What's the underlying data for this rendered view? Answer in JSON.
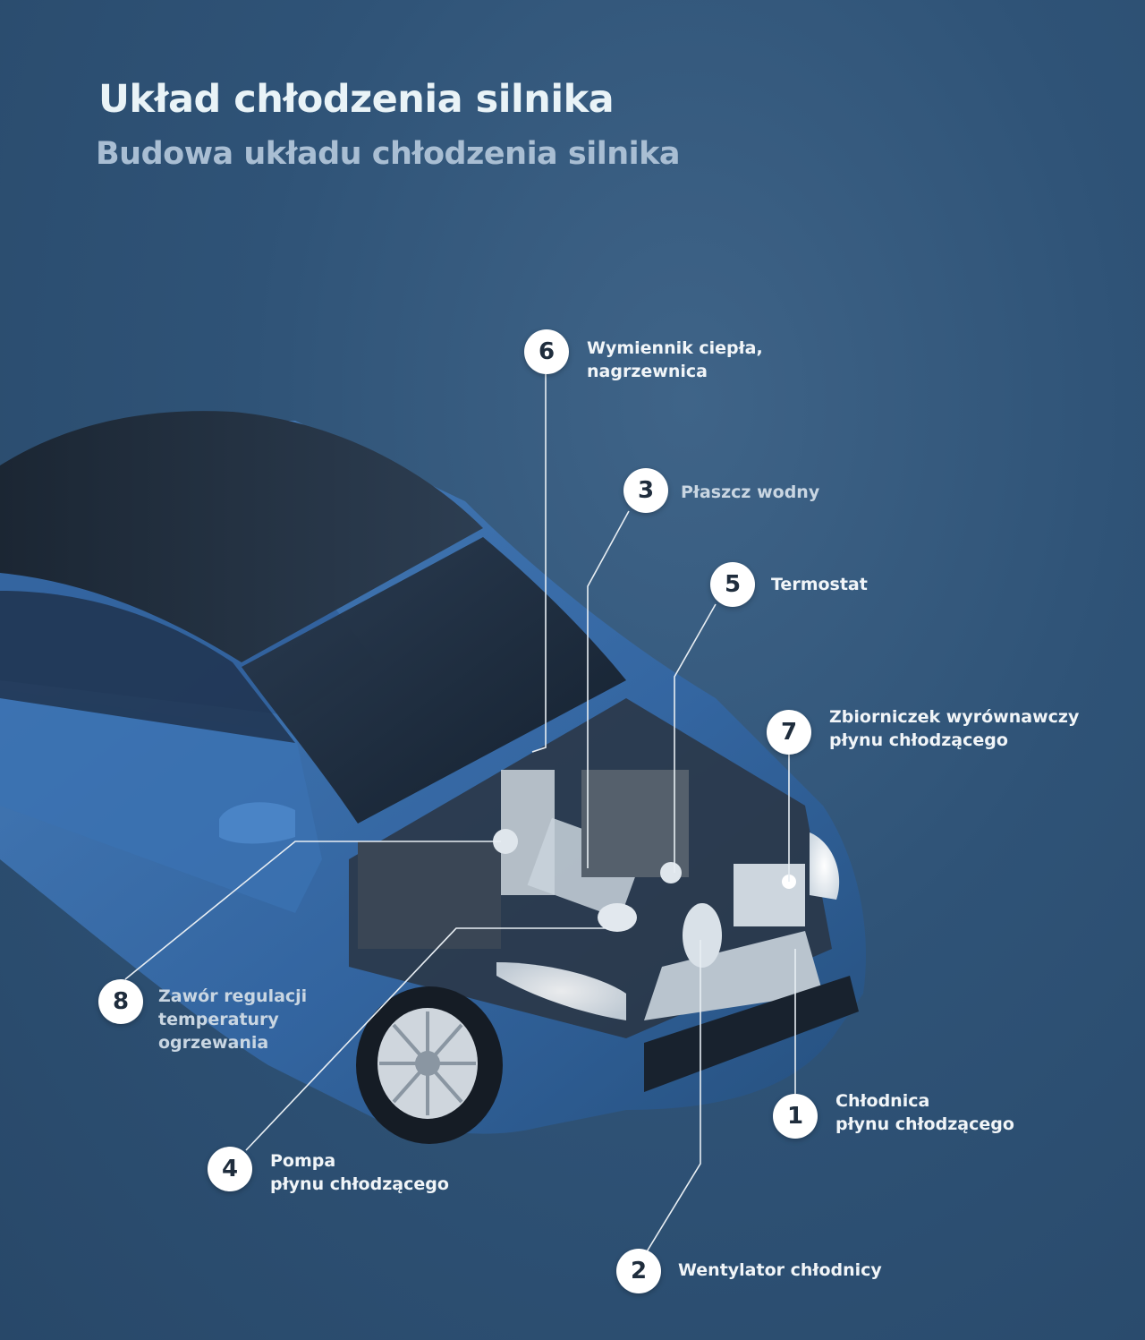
{
  "header": {
    "title": "Układ chłodzenia silnika",
    "subtitle": "Budowa układu chłodzenia silnika"
  },
  "colors": {
    "background": "#2f5377",
    "car_body": "#3b6fae",
    "badge_fill": "#ffffff",
    "badge_text": "#1f2d3d",
    "label_text": "#f1f5f8",
    "leader_line": "#e8eef3"
  },
  "callouts": [
    {
      "number": "1",
      "lines": [
        "Chłodnica",
        "płynu chłodzącego"
      ]
    },
    {
      "number": "2",
      "lines": [
        "Wentylator chłodnicy"
      ]
    },
    {
      "number": "3",
      "lines": [
        "Płaszcz wodny"
      ]
    },
    {
      "number": "4",
      "lines": [
        "Pompa",
        "płynu chłodzącego"
      ]
    },
    {
      "number": "5",
      "lines": [
        "Termostat"
      ]
    },
    {
      "number": "6",
      "lines": [
        "Wymiennik ciepła,",
        "nagrzewnica"
      ]
    },
    {
      "number": "7",
      "lines": [
        "Zbiorniczek wyrównawczy",
        "płynu chłodzącego"
      ]
    },
    {
      "number": "8",
      "lines": [
        "Zawór regulacji",
        "temperatury",
        "ogrzewania"
      ]
    }
  ]
}
